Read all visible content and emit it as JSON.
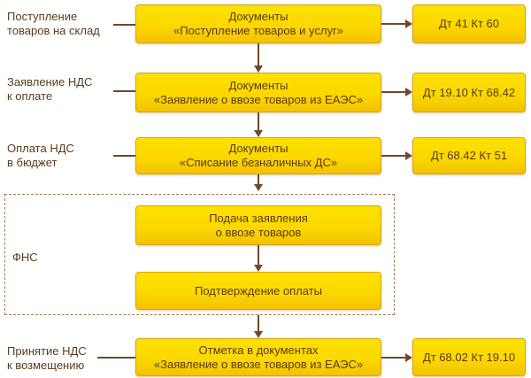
{
  "rows": [
    {
      "label": "Поступление\nтоваров на склад",
      "box": "Документы\n«Поступление товаров и услуг»",
      "entry": "Дт 41 Кт 60"
    },
    {
      "label": "Заявление НДС\nк оплате",
      "box": "Документы\n«Заявление о ввозе товаров из ЕАЭС»",
      "entry": "Дт 19.10 Кт 68.42"
    },
    {
      "label": "Оплата НДС\nв бюджет",
      "box": "Документы\n«Списание безналичных ДС»",
      "entry": "Дт 68.42 Кт 51"
    },
    {
      "label": "Принятие НДС\nк возмещению",
      "box": "Отметка в документах\n«Заявление о ввозе товаров из ЕАЭС»",
      "entry": "Дт 68.02 Кт 19.10"
    }
  ],
  "fns": {
    "label": "ФНС",
    "steps": [
      "Подача заявления\nо ввозе товаров",
      "Подтверждение оплаты"
    ]
  },
  "colors": {
    "box_fill": "#fcd800",
    "box_border": "#d9a31a",
    "connector": "#6e4a2a",
    "text": "#5a3a1e"
  }
}
